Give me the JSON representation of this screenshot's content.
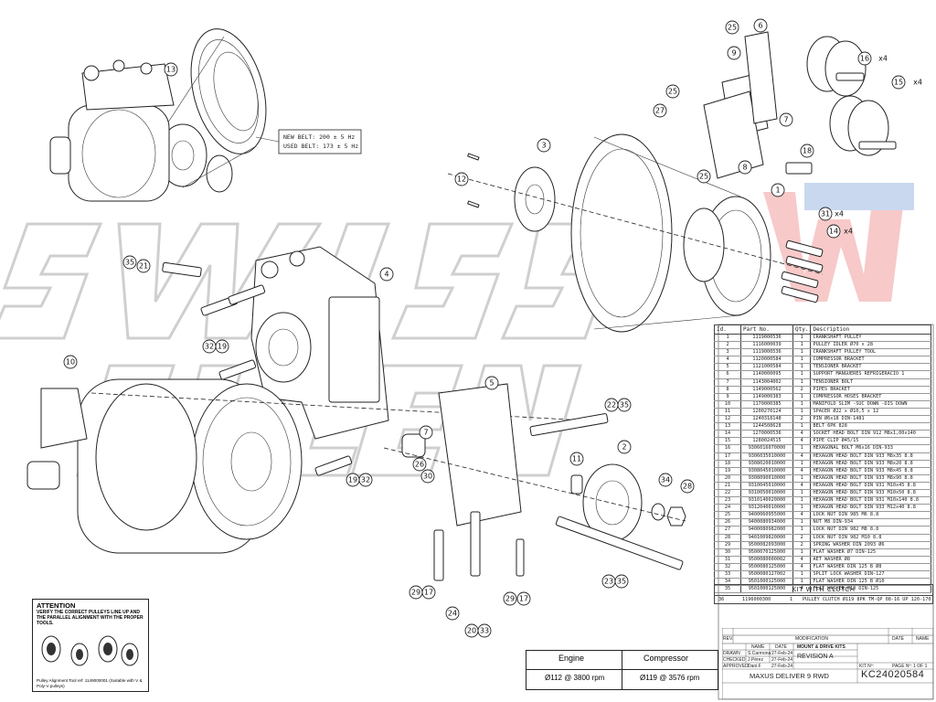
{
  "belt_note": {
    "new_belt": "NEW BELT: 200 ± 5 Hz",
    "used_belt": "USED BELT: 173 ± 5 Hz"
  },
  "callouts": {
    "c13": "13",
    "c25a": "25",
    "c6": "6",
    "c9": "9",
    "c16": "16",
    "c16x": "x4",
    "c15": "15",
    "c15x": "x4",
    "c25b": "25",
    "c27": "27",
    "c7b": "7",
    "c8": "8",
    "c25c": "25",
    "c18": "18",
    "c3": "3",
    "c12": "12",
    "c1": "1",
    "c31": "31",
    "c31x": "x4",
    "c14": "14",
    "c14x": "x4",
    "c35a": "35",
    "c21": "21",
    "c4": "4",
    "c32a": "32",
    "c19a": "19",
    "c10": "10",
    "c5": "5",
    "c22": "22",
    "c35b": "35",
    "c7": "7",
    "c2": "2",
    "c11": "11",
    "c26": "26",
    "c30": "30",
    "c19b": "19",
    "c32b": "32",
    "c34": "34",
    "c28": "28",
    "c29a": "29",
    "c17a": "17",
    "c24": "24",
    "c20": "20",
    "c33": "33",
    "c29b": "29",
    "c17b": "17",
    "c23": "23",
    "c35c": "35"
  },
  "bom": {
    "headers": [
      "Id.",
      "Part No.",
      "Qty.",
      "Description"
    ],
    "rows": [
      [
        "1",
        "1119000536",
        "1",
        "CRANKSHAFT PULLEY"
      ],
      [
        "2",
        "1116000039",
        "1",
        "PULLEY IDLER Ø70 x 28"
      ],
      [
        "3",
        "1119000536",
        "1",
        "CRANKSHAFT PULLEY TOOL"
      ],
      [
        "4",
        "1120000584",
        "1",
        "COMPRESSOR BRACKET"
      ],
      [
        "5",
        "1121000584",
        "1",
        "TENSIONER BRACKET"
      ],
      [
        "6",
        "1140000095",
        "1",
        "SUPPORT MANGUERES REFRIGERACIÓ 1"
      ],
      [
        "7",
        "1143004002",
        "1",
        "TENSIONER BOLT"
      ],
      [
        "8",
        "1149000562",
        "2",
        "PIPES BRACKET"
      ],
      [
        "9",
        "1149000383",
        "1",
        "COMPRESSOR HOSES BRACKET"
      ],
      [
        "10",
        "1170000385",
        "1",
        "MANIFOLD SLIM -SUC DOWN -DIS DOWN"
      ],
      [
        "11",
        "1200270124",
        "1",
        "SPACER Ø22 x Ø10,5 x 12"
      ],
      [
        "12",
        "1240318148",
        "2",
        "PIN Ø6x18 DIN-1481"
      ],
      [
        "13",
        "1244508628",
        "1",
        "BELT 6PK 828"
      ],
      [
        "14",
        "1270000536",
        "4",
        "SOCKET HEAD BOLT DIN 912 M8x1,00x140"
      ],
      [
        "15",
        "1280024515",
        "4",
        "PIPE CLIP Ø45/15"
      ],
      [
        "16",
        "9306016070000",
        "1",
        "HEXAGONAL BOLT M6x16 DIN-933"
      ],
      [
        "17",
        "9306035010000",
        "4",
        "HEXAGON HEAD BOLT DIN 933 M8x35 8.8"
      ],
      [
        "18",
        "9308020010000",
        "1",
        "HEXAGON HEAD BOLT DIN 933 M8x20 8.8"
      ],
      [
        "19",
        "9308045010000",
        "4",
        "HEXAGON HEAD BOLT DIN 933 M8x45 8.8"
      ],
      [
        "20",
        "9308090010000",
        "1",
        "HEXAGON HEAD BOLT DIN 933 M8x90 8.8"
      ],
      [
        "21",
        "9310045010000",
        "4",
        "HEXAGON HEAD BOLT DIN 931 M10x45 8.8"
      ],
      [
        "22",
        "9310050010000",
        "1",
        "HEXAGON HEAD BOLT DIN 933 M10x50 8.8"
      ],
      [
        "23",
        "9310140020000",
        "1",
        "HEXAGON HEAD BOLT DIN 931 M10x140 8.8"
      ],
      [
        "24",
        "9312040010000",
        "1",
        "HEXAGON HEAD BOLT DIN 933 M12x40 8.8"
      ],
      [
        "25",
        "9400060955000",
        "4",
        "LOCK NUT DIN 985 M6 8.8"
      ],
      [
        "26",
        "9400080934000",
        "1",
        "NUT M8 DIN-934"
      ],
      [
        "27",
        "9400080982000",
        "1",
        "LOCK NUT DIN 982 M8 8.8"
      ],
      [
        "28",
        "9401009820000",
        "2",
        "LOCK NUT DIN 982 M10 8.8"
      ],
      [
        "29",
        "9500082093000",
        "2",
        "SPRING WASHER DIN 2093 Ø6"
      ],
      [
        "30",
        "9500070125000",
        "1",
        "FLAT WASHER Ø7 DIN-125"
      ],
      [
        "31",
        "9500080000002",
        "4",
        "AET WASHER Ø8"
      ],
      [
        "32",
        "9500080125000",
        "4",
        "FLAT WASHER DIN 125 B Ø8"
      ],
      [
        "33",
        "9500080127002",
        "1",
        "SPLIT LOCK WASHER DIN-127"
      ],
      [
        "34",
        "9501000125000",
        "1",
        "FLAT WASHER DIN 125 B Ø10"
      ],
      [
        "35",
        "9501000125000",
        "4",
        "FLAT WASHER Ø10 DIN-125"
      ]
    ]
  },
  "kit": {
    "title": "KIT WITH CLUTCH",
    "row": [
      "36",
      "1196000300",
      "1",
      "PULLEY CLUTCH Ø119 8PK TM-QP 08-16 UP 120-170"
    ]
  },
  "attention": {
    "title": "ATTENTION",
    "text": "VERIFY THE CORRECT PULLEYS LINE UP AND THE PARALLEL ALIGNMENT WITH THE PROPER TOOLS.",
    "tool": "Pulley Alignment Tool ref: 1149000001 (Suitable with V & Poly-V pulleys)"
  },
  "ratio": {
    "engine_label": "Engine",
    "compressor_label": "Compressor",
    "engine_value": "Ø112 @ 3800 rpm",
    "compressor_value": "Ø119 @ 3576 rpm"
  },
  "title_block": {
    "rev": "REV.",
    "modification": "MODIFICATION",
    "date": "DATE",
    "name": "NAME",
    "name_col": "NAME",
    "date_col": "DATE",
    "drawn": "DRAWN",
    "drawn_name": "S.Carmona",
    "drawn_date": "27-Feb-24",
    "checked": "CHECKED",
    "checked_name": "J.Pérez",
    "checked_date": "27-Feb-24",
    "approved": "APPROVED",
    "approved_name": "Dani.F",
    "approved_date": "27-Feb-24",
    "division": "MOUNT & DRIVE KITS",
    "revision": "REVISION A",
    "title": "MAXUS DELIVER 9 RWD",
    "kit_no_label": "KIT Nº:",
    "kit_no": "KC24020584",
    "page": "PAGE Nº: 1 OF 1"
  },
  "watermark": {
    "text": "SWISS"
  }
}
